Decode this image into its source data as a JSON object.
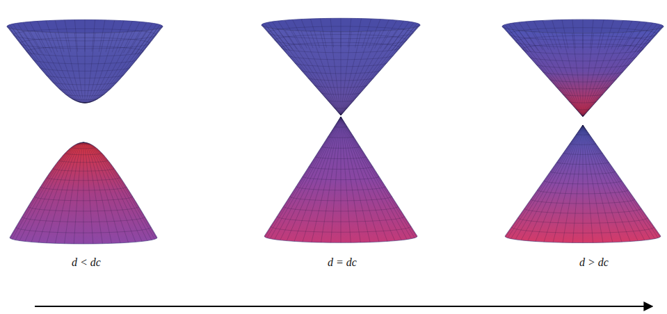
{
  "diagram": {
    "labels": [
      "d < dc",
      "d = dc",
      "d > dc"
    ]
  }
}
